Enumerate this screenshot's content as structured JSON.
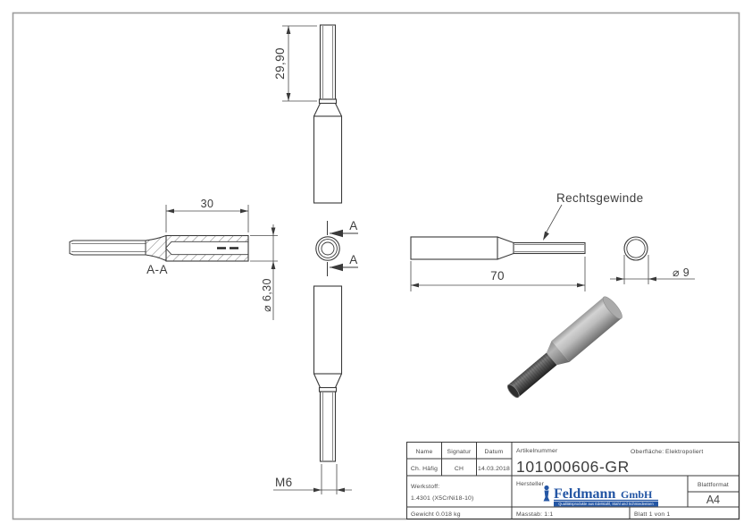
{
  "drawing": {
    "line_color": "#3a3a3a",
    "frame_color": "#9c9c9c",
    "dims": {
      "top_length": "29,90",
      "section_width": "30",
      "section_label": "A-A",
      "bore_diameter": "⌀ 6,30",
      "section_marker": "A",
      "thread_note": "Rechtsgewinde",
      "overall_length": "70",
      "outer_diameter": "⌀ 9",
      "thread_size": "M6"
    }
  },
  "title_block": {
    "name": {
      "label": "Name",
      "value": "Ch. Häfig"
    },
    "signature": {
      "label": "Signatur",
      "value": "CH"
    },
    "date": {
      "label": "Datum",
      "value": "14.03.2018"
    },
    "article": {
      "label": "Artikelnummer",
      "value": "101000606-GR"
    },
    "surface": {
      "label": "Oberfläche:",
      "value": "Elektropoliert"
    },
    "material": {
      "label": "Werkstoff:",
      "value": "1.4301 (X5CrNi18-10)"
    },
    "manufacturer_label": "Hersteller",
    "logo": {
      "brand": "Feldmann",
      "suffix": "GmbH",
      "tagline": "Qualitätsprodukte aus Edelstahl, Stahl und Schmiedeeisen",
      "color": "#2456a4"
    },
    "sheet_format": {
      "label": "Blattformat",
      "value": "A4"
    },
    "weight": "Gewicht 0.018 kg",
    "scale": "Masstab: 1:1",
    "page": "Blatt 1 von 1"
  }
}
